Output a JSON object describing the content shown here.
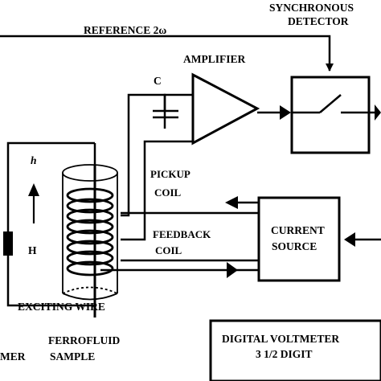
{
  "labels": {
    "reference": "REFERENCE  2ω",
    "synchronous": "SYNCHRONOUS",
    "detector": "DETECTOR",
    "amplifier": "AMPLIFIER",
    "capacitor": "C",
    "pickup": "PICKUP",
    "pickup_coil": "COIL",
    "feedback": "FEEDBACK",
    "feedback_coil": "COIL",
    "current": "CURRENT",
    "source": "SOURCE",
    "field_small": "h",
    "field_large": "H",
    "exciting_wire": "EXCITING WIRE",
    "ferrofluid": "FERROFLUID",
    "sample": "SAMPLE",
    "meter_partial": "MER",
    "dvm_line1": "DIGITAL VOLTMETER",
    "dvm_line2": "3  1/2 DIGIT"
  },
  "colors": {
    "ink": "#000000",
    "paper": "#ffffff"
  }
}
